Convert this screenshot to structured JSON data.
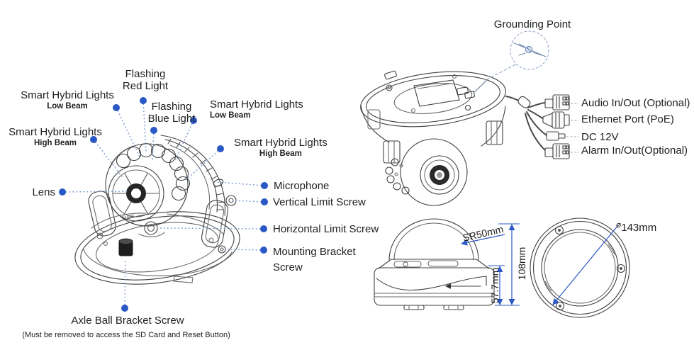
{
  "colors": {
    "accent": "#2a58c5",
    "leader": "#7e9bd4",
    "line": "#3f3f3f",
    "text": "#202124"
  },
  "labels": {
    "flashing_red": {
      "line1": "Flashing",
      "line2": "Red Light"
    },
    "flashing_blue": {
      "line1": "Flashing",
      "line2": "Blue Light"
    },
    "hybrid_low_left": {
      "title": "Smart Hybrid Lights",
      "sub": "Low Beam"
    },
    "hybrid_low_right": {
      "title": "Smart Hybrid Lights",
      "sub": "Low Beam"
    },
    "hybrid_high_left": {
      "title": "Smart Hybrid Lights",
      "sub": "High Beam"
    },
    "hybrid_high_right": {
      "title": "Smart Hybrid Lights",
      "sub": "High Beam"
    },
    "lens": "Lens",
    "microphone": "Microphone",
    "vertical_limit": "Vertical Limit Screw",
    "horizontal_limit": "Horizontal Limit Screw",
    "mounting_line1": "Mounting Bracket",
    "mounting_line2": "Screw",
    "axle": "Axle Ball Bracket Screw",
    "axle_note": "(Must be removed to access the SD Card and Reset Button)",
    "front_marking": "Front"
  },
  "rear_view": {
    "grounding": "Grounding Point",
    "connectors": [
      {
        "label": "Audio In/Out (Optional)"
      },
      {
        "label": "Ethernet Port (PoE)"
      },
      {
        "label": "DC 12V"
      },
      {
        "label": "Alarm In/Out(Optional)"
      }
    ]
  },
  "dimensions": {
    "dome_radius": "SR50mm",
    "total_height": "108mm",
    "body_height": "57.7mm",
    "base_diameter_symbol": "⌀",
    "base_diameter": "143mm"
  }
}
